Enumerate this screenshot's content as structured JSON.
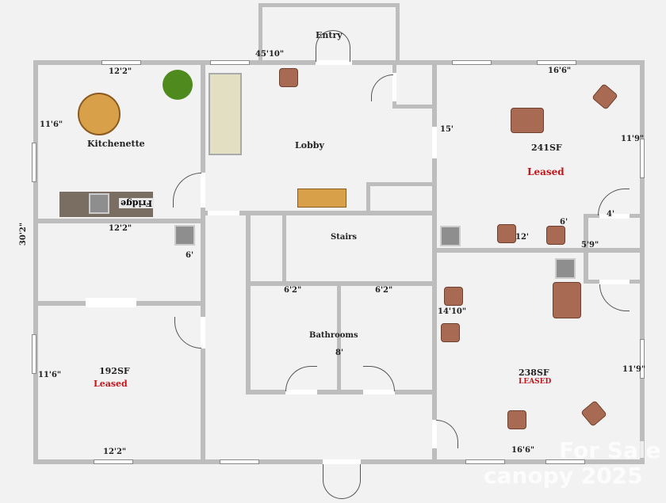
{
  "rooms": {
    "entry": "Entry",
    "lobby": "Lobby",
    "kitchenette": "Kitchenette",
    "fridge": "Fridge",
    "stairs": "Stairs",
    "bathrooms": "Bathrooms",
    "office_top_right": {
      "area": "241SF",
      "status": "Leased"
    },
    "office_bottom_right": {
      "area": "238SF",
      "status": "LEASED"
    },
    "office_bottom_left": {
      "area": "192SF",
      "status": "Leased"
    }
  },
  "dimensions": {
    "overall_width": "45'10\"",
    "overall_depth": "30'2\"",
    "kitchen_width": "12'2\"",
    "kitchen_depth": "11'6\"",
    "middle_width": "12'2\"",
    "middle_depth": "6'",
    "bl_depth": "11'6\"",
    "bl_width": "12'2\"",
    "tr_width": "16'6\"",
    "tr_depth": "11'9\"",
    "tr_inner": "15'",
    "closet_width": "4'",
    "closet_depth": "6'",
    "hall_width": "12'",
    "closet_2": "5'9\"",
    "br_depth": "11'9\"",
    "br_width": "16'6\"",
    "br_inner": "14'10\"",
    "bath_left": "6'2\"",
    "bath_right": "6'2\"",
    "bath_depth": "8'"
  },
  "watermark": {
    "line1": "For Sale",
    "line2": "canopy 2025"
  },
  "colors": {
    "wall": "#bdbdbd",
    "leased": "#c0161b",
    "furniture": "#a86a52",
    "background": "#f2f2f2"
  }
}
